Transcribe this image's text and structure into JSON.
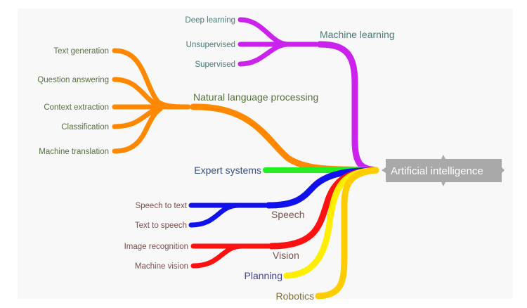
{
  "root": {
    "label": "Artificial intelligence"
  },
  "branches": {
    "machine_learning": {
      "label": "Machine learning",
      "color": "#cc22ee",
      "children": [
        "Deep learning",
        "Unsupervised",
        "Supervised"
      ]
    },
    "nlp": {
      "label": "Natural language processing",
      "color": "#ff8800",
      "children": [
        "Text generation",
        "Question answering",
        "Context extraction",
        "Classification",
        "Machine translation"
      ]
    },
    "expert_systems": {
      "label": "Expert systems",
      "color": "#22ee22"
    },
    "speech": {
      "label": "Speech",
      "color": "#1111ee",
      "children": [
        "Speech to text",
        "Text to speech"
      ]
    },
    "vision": {
      "label": "Vision",
      "color": "#ff1111",
      "children": [
        "Image recognition",
        "Machine vision"
      ]
    },
    "planning": {
      "label": "Planning",
      "color": "#ffee00"
    },
    "robotics": {
      "label": "Robotics",
      "color": "#ffcc00"
    }
  }
}
